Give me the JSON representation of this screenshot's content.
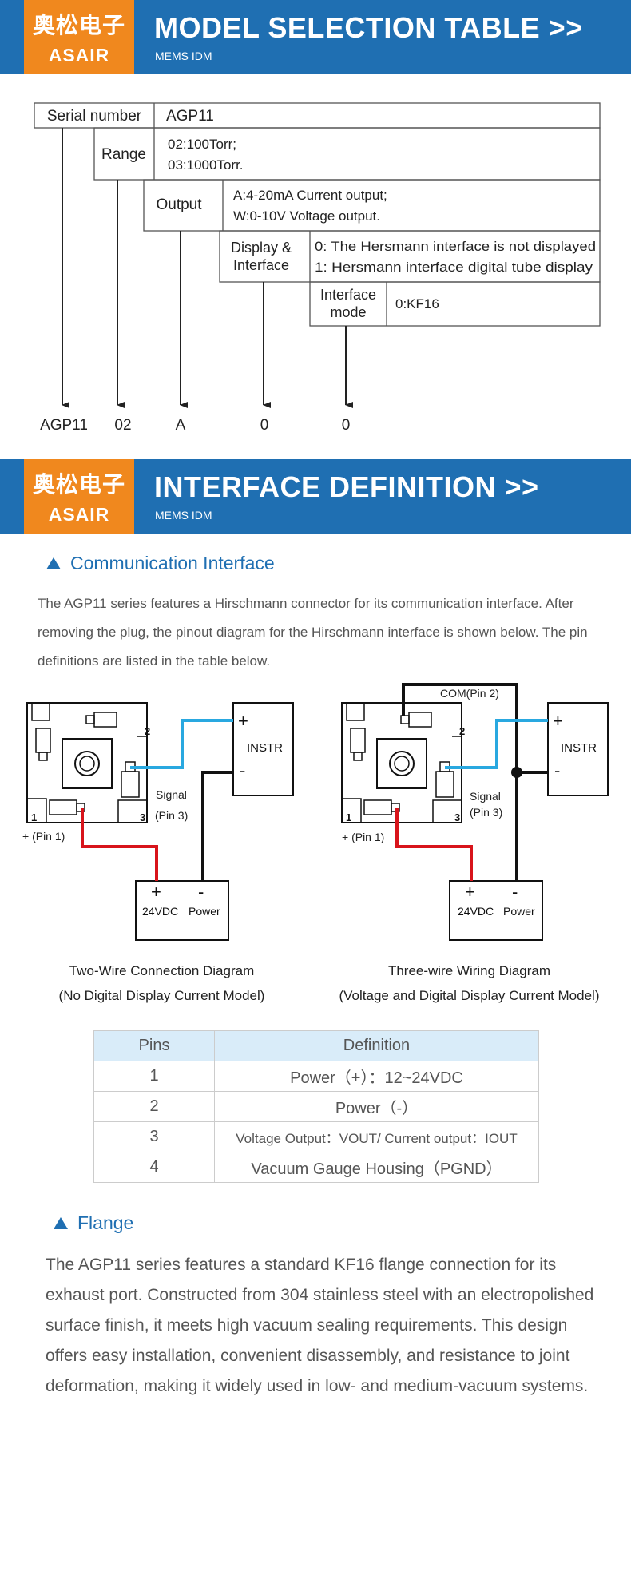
{
  "banner1": {
    "logo_cn": "奥松电子",
    "logo_en": "ASAIR",
    "title": "MODEL SELECTION TABLE >>",
    "subtitle": "MEMS IDM"
  },
  "banner2": {
    "logo_cn": "奥松电子",
    "logo_en": "ASAIR",
    "title": "INTERFACE DEFINITION >>",
    "subtitle": "MEMS IDM"
  },
  "model_table": {
    "serial_label": "Serial number",
    "serial_value": "AGP11",
    "range_label": "Range",
    "range_line1": "02:100Torr;",
    "range_line2": "03:1000Torr.",
    "output_label": "Output",
    "output_line1": "A:4-20mA Current output;",
    "output_line2": "W:0-10V Voltage output.",
    "display_label1": "Display &",
    "display_label2": "Interface",
    "display_line1": "0: The Hersmann interface is not displayed",
    "display_line2": "1: Hersmann interface digital tube display",
    "mode_label1": "Interface",
    "mode_label2": "mode",
    "mode_value": "0:KF16",
    "codes": [
      "AGP11",
      "02",
      "A",
      "0",
      "0"
    ]
  },
  "comm": {
    "heading": "Communication Interface",
    "text": "The AGP11 series features a Hirschmann connector for its communication interface. After removing the plug, the pinout diagram for the Hirschmann interface is shown below. The pin definitions are listed in the table below."
  },
  "diagram": {
    "instr": "INSTR",
    "plus": "+",
    "minus": "-",
    "signal": "Signal",
    "pin3": "(Pin 3)",
    "pin1": "+ (Pin 1)",
    "vdc": "24VDC",
    "power": "Power",
    "com": "COM(Pin 2)",
    "n1": "1",
    "n2": "2",
    "n3": "3",
    "caption_left_1": "Two-Wire Connection Diagram",
    "caption_left_2": "(No Digital Display Current Model)",
    "caption_right_1": "Three-wire Wiring Diagram",
    "caption_right_2": "(Voltage and Digital Display Current Model)",
    "colors": {
      "signal": "#29a8e0",
      "power": "#d8141b",
      "wire": "#111111"
    }
  },
  "pins_table": {
    "headers": [
      "Pins",
      "Definition"
    ],
    "rows": [
      [
        "1",
        "Power（+）：12~24VDC"
      ],
      [
        "2",
        "Power（-）"
      ],
      [
        "3",
        "Voltage Output：VOUT/ Current output：IOUT"
      ],
      [
        "4",
        "Vacuum Gauge Housing（PGND）"
      ]
    ]
  },
  "flange": {
    "heading": "Flange",
    "text": "The AGP11 series features a standard KF16 flange connection for its exhaust port. Constructed from 304 stainless steel with an electropolished surface finish, it meets high vacuum sealing requirements. This design offers easy installation, convenient disassembly, and resistance to joint deformation, making it widely used in low- and medium-vacuum systems."
  }
}
